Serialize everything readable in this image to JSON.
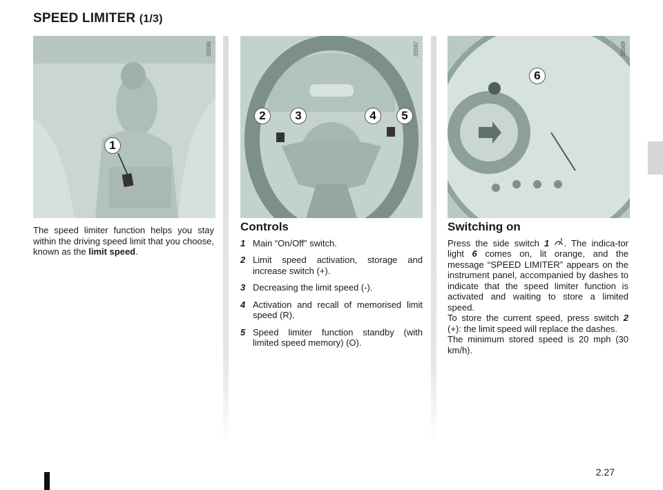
{
  "header": {
    "title": "SPEED LIMITER",
    "title_sub": "(1/3)"
  },
  "images": [
    {
      "ref": "35596",
      "callouts": [
        "1"
      ]
    },
    {
      "ref": "35597",
      "callouts": [
        "2",
        "3",
        "4",
        "5"
      ]
    },
    {
      "ref": "35569",
      "callouts": [
        "6"
      ]
    }
  ],
  "col1": {
    "intro_text": "The speed limiter function helps you stay within the driving speed limit that you choose, known as the ",
    "intro_bold": "limit speed",
    "intro_end": "."
  },
  "controls": {
    "heading": "Controls",
    "items": [
      {
        "n": "1",
        "text": "Main “On/Off” switch."
      },
      {
        "n": "2",
        "text": "Limit speed activation, storage and increase switch (+)."
      },
      {
        "n": "3",
        "text": "Decreasing the limit speed (-)."
      },
      {
        "n": "4",
        "text": "Activation and recall of memorised limit speed (R)."
      },
      {
        "n": "5",
        "text": "Speed limiter function standby (with limited speed memory) (O)."
      }
    ]
  },
  "switching_on": {
    "heading": "Switching on",
    "p1_a": "Press the side switch ",
    "p1_n1": "1",
    "p1_b": ". The indica-tor light ",
    "p1_n6": "6",
    "p1_c": " comes on, lit orange, and the message “SPEED LIMITER” appears on the instrument panel, accompanied by dashes to indicate that the speed limiter function is activated and waiting to store a limited speed.",
    "p2_a": "To store the current speed, press switch ",
    "p2_n2": "2",
    "p2_b": " (+): the limit speed will replace the dashes.",
    "p3": "The minimum stored speed is 20 mph (30 km/h)."
  },
  "footer": {
    "page_number": "2.27"
  }
}
